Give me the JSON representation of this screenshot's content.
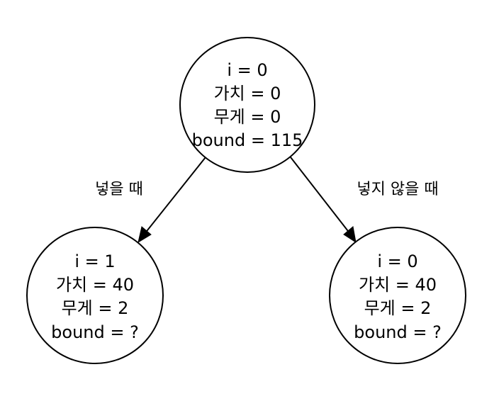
{
  "nodes": {
    "root": {
      "lines": [
        "i = 0",
        "가치 = 0",
        "무게 = 0",
        "bound = 115"
      ]
    },
    "left": {
      "lines": [
        "i = 1",
        "가치 = 40",
        "무게 = 2",
        "bound = ?"
      ]
    },
    "right": {
      "lines": [
        "i = 0",
        "가치 = 40",
        "무게 = 2",
        "bound = ?"
      ]
    }
  },
  "edges": {
    "left": {
      "label": "넣을 때"
    },
    "right": {
      "label": "넣지 않을 때"
    }
  }
}
